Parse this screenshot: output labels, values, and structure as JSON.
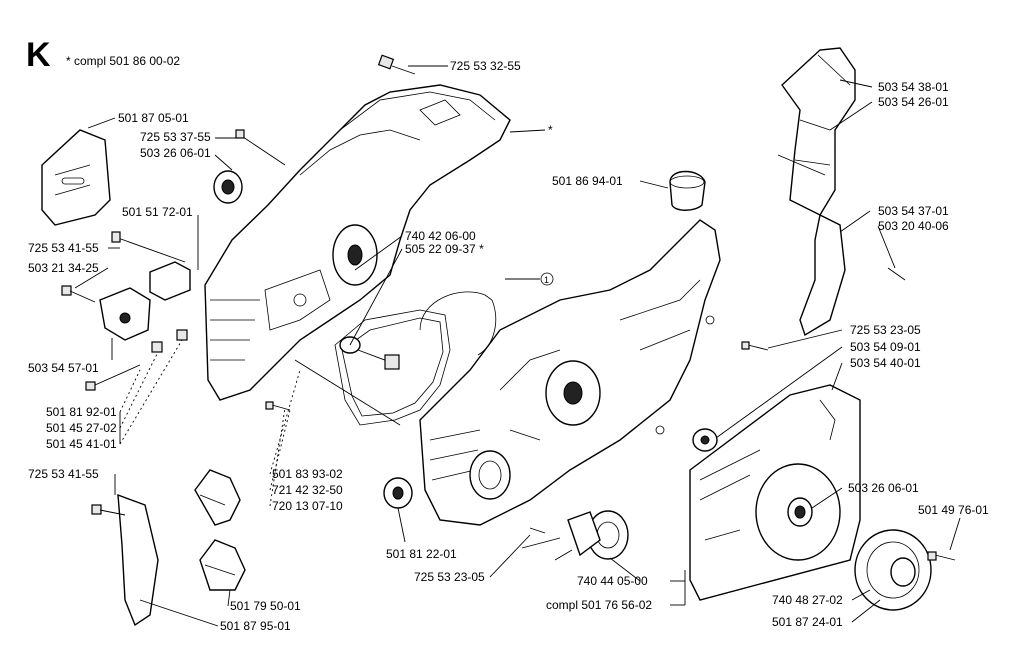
{
  "section_letter": "K",
  "compl_note": "* compl 501 86 00-02",
  "marker_circle": "1",
  "labels": {
    "l01": "725 53 32-55",
    "l02": "*",
    "l03": "501 87 05-01",
    "l04": "725 53 37-55",
    "l05": "503 26 06-01",
    "l06": "501 51 72-01",
    "l07": "740 42 06-00",
    "l08": "505 22 09-37 *",
    "l09": "725 53 41-55",
    "l10": "503 21 34-25",
    "l11": "503 54 57-01",
    "l12": "501 81 92-01",
    "l13": "501 45 27-02",
    "l14": "501 45 41-01",
    "l15": "501 83 93-02",
    "l16": "721 42 32-50",
    "l17": "720 13 07-10",
    "l18": "725 53 41-55",
    "l19": "501 79 50-01",
    "l20": "501 87 95-01",
    "l21": "501 86 94-01",
    "l22": "503 54 38-01",
    "l23": "503 54 26-01",
    "l24": "503 54 37-01",
    "l25": "503 20 40-06",
    "l26": "725 53 23-05",
    "l27": "503 54 09-01",
    "l28": "503 54 40-01",
    "l29": "503 26 06-01",
    "l30": "501 49 76-01",
    "l31": "501 81 22-01",
    "l32": "725 53 23-05",
    "l33": "740 44 05-00",
    "l34": "compl 501 76 56-02",
    "l35": "740 48 27-02",
    "l36": "501 87 24-01"
  }
}
